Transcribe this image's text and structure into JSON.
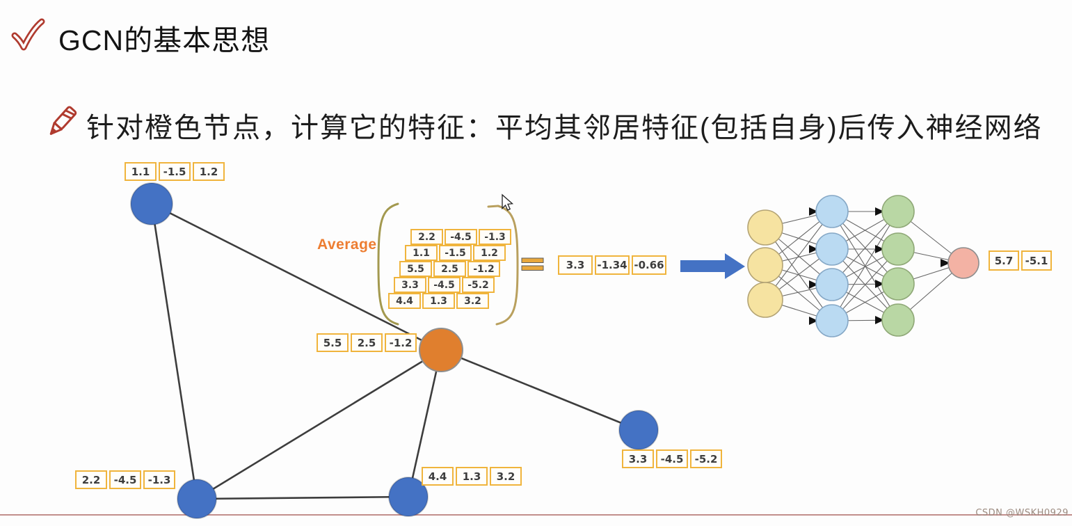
{
  "header": {
    "title": "GCN的基本思想"
  },
  "bullet": {
    "text": "针对橙色节点，计算它的特征：平均其邻居特征(包括自身)后传入神经网络"
  },
  "average": {
    "label": "Average",
    "matrix": [
      [
        "2.2",
        "-4.5",
        "-1.3"
      ],
      [
        "1.1",
        "-1.5",
        "1.2"
      ],
      [
        "5.5",
        "2.5",
        "-1.2"
      ],
      [
        "3.3",
        "-4.5",
        "-5.2"
      ],
      [
        "4.4",
        "1.3",
        "3.2"
      ]
    ]
  },
  "graph": {
    "vectors": {
      "top_left": [
        "1.1",
        "-1.5",
        "1.2"
      ],
      "bottom_left": [
        "2.2",
        "-4.5",
        "-1.3"
      ],
      "orange": [
        "5.5",
        "2.5",
        "-1.2"
      ],
      "bottom_middle": [
        "4.4",
        "1.3",
        "3.2"
      ],
      "right": [
        "3.3",
        "-4.5",
        "-5.2"
      ]
    },
    "edges": [
      "top_left-bottom_left",
      "top_left-orange",
      "orange-bottom_left",
      "orange-bottom_middle",
      "orange-right",
      "bottom_left-bottom_middle"
    ]
  },
  "result_vector": [
    "3.3",
    "-1.34",
    "-0.66"
  ],
  "output_vector": [
    "5.7",
    "-5.1"
  ],
  "watermark": {
    "text": "CSDN @WSKH0929"
  },
  "icons": {
    "title_marker": "red-double-checkmark",
    "bullet_marker": "red-pencil",
    "pointer": "mouse-cursor-arrow",
    "equals": "orange-equals-sign",
    "arrow": "blue-right-arrow"
  },
  "colors": {
    "node_blue": "#4472c4",
    "node_orange": "#e07f2e",
    "box_border": "#f0b43c",
    "average_label": "#ed7d31",
    "edge_gray": "#3d3d3d",
    "arrow_blue": "#4472c4",
    "nn_input_yellow": "#f6e3a1",
    "nn_hidden_blue": "#badaf2",
    "nn_hidden_green": "#b9d7a4",
    "nn_output_pink": "#f3b2a4",
    "divider_red": "#c28e8c",
    "icon_red": "#b03b2f"
  },
  "nn": {
    "layer_sizes": [
      3,
      4,
      4,
      1
    ]
  }
}
